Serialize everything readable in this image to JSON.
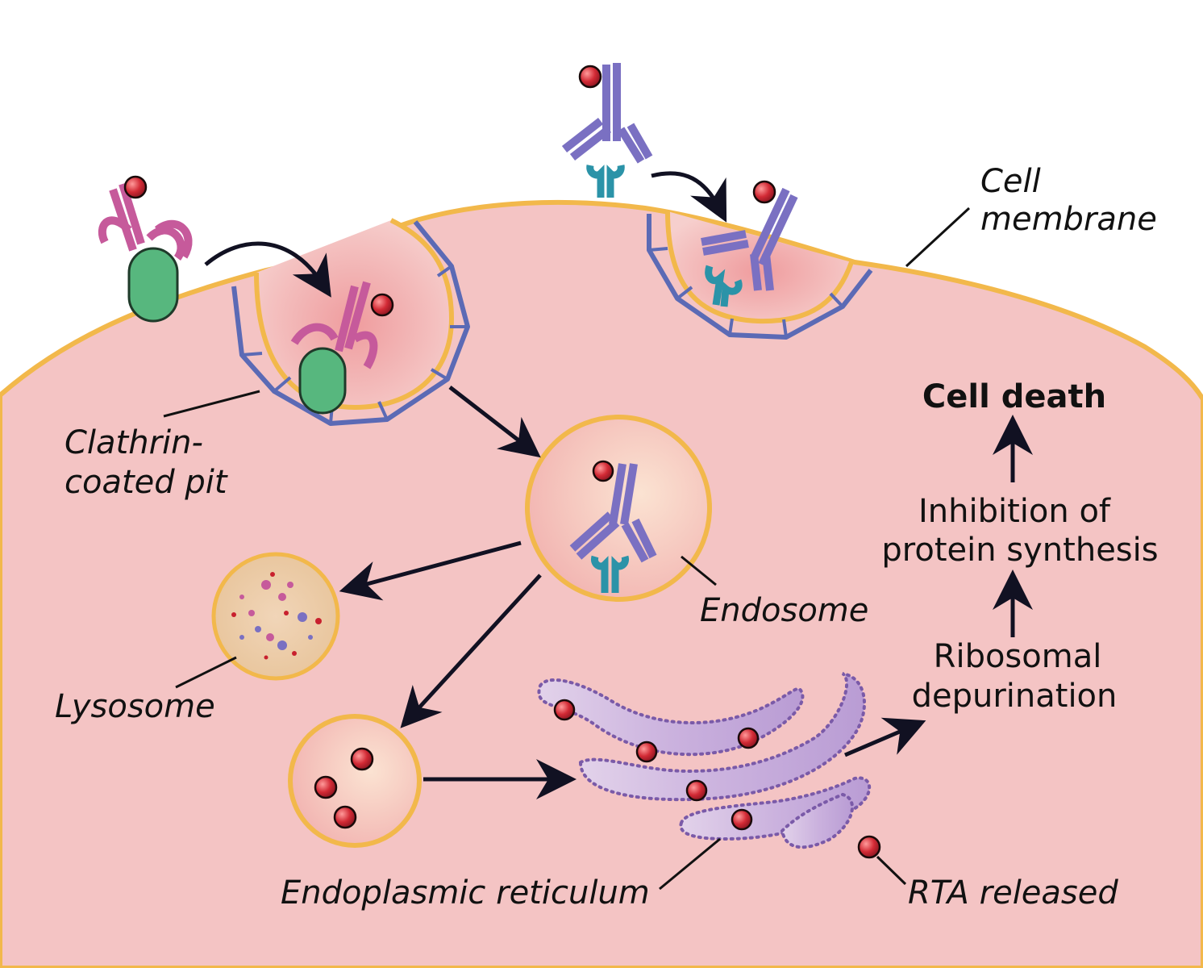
{
  "labels": {
    "cell_membrane_line1": "Cell",
    "cell_membrane_line2": "membrane",
    "clathrin_line1": "Clathrin-",
    "clathrin_line2": "coated pit",
    "endosome": "Endosome",
    "lysosome": "Lysosome",
    "endoplasmic_reticulum": "Endoplasmic reticulum",
    "rta_released": "RTA released",
    "cell_death": "Cell death",
    "inhibition_line1": "Inhibition of",
    "inhibition_line2": "protein synthesis",
    "ribosomal_line1": "Ribosomal",
    "ribosomal_line2": "depurination"
  },
  "colors": {
    "cytoplasm": "#f4c4c4",
    "membrane": "#f2b84b",
    "clathrin": "#5b6ab5",
    "toxin": "#c8202e",
    "pink_receptor": "#c65a9b",
    "purple_antibody": "#7a70c2",
    "teal_receptor": "#2b93a8",
    "green_receptor": "#57b77e",
    "er": "#c9b0dc",
    "arrow": "#111122"
  }
}
